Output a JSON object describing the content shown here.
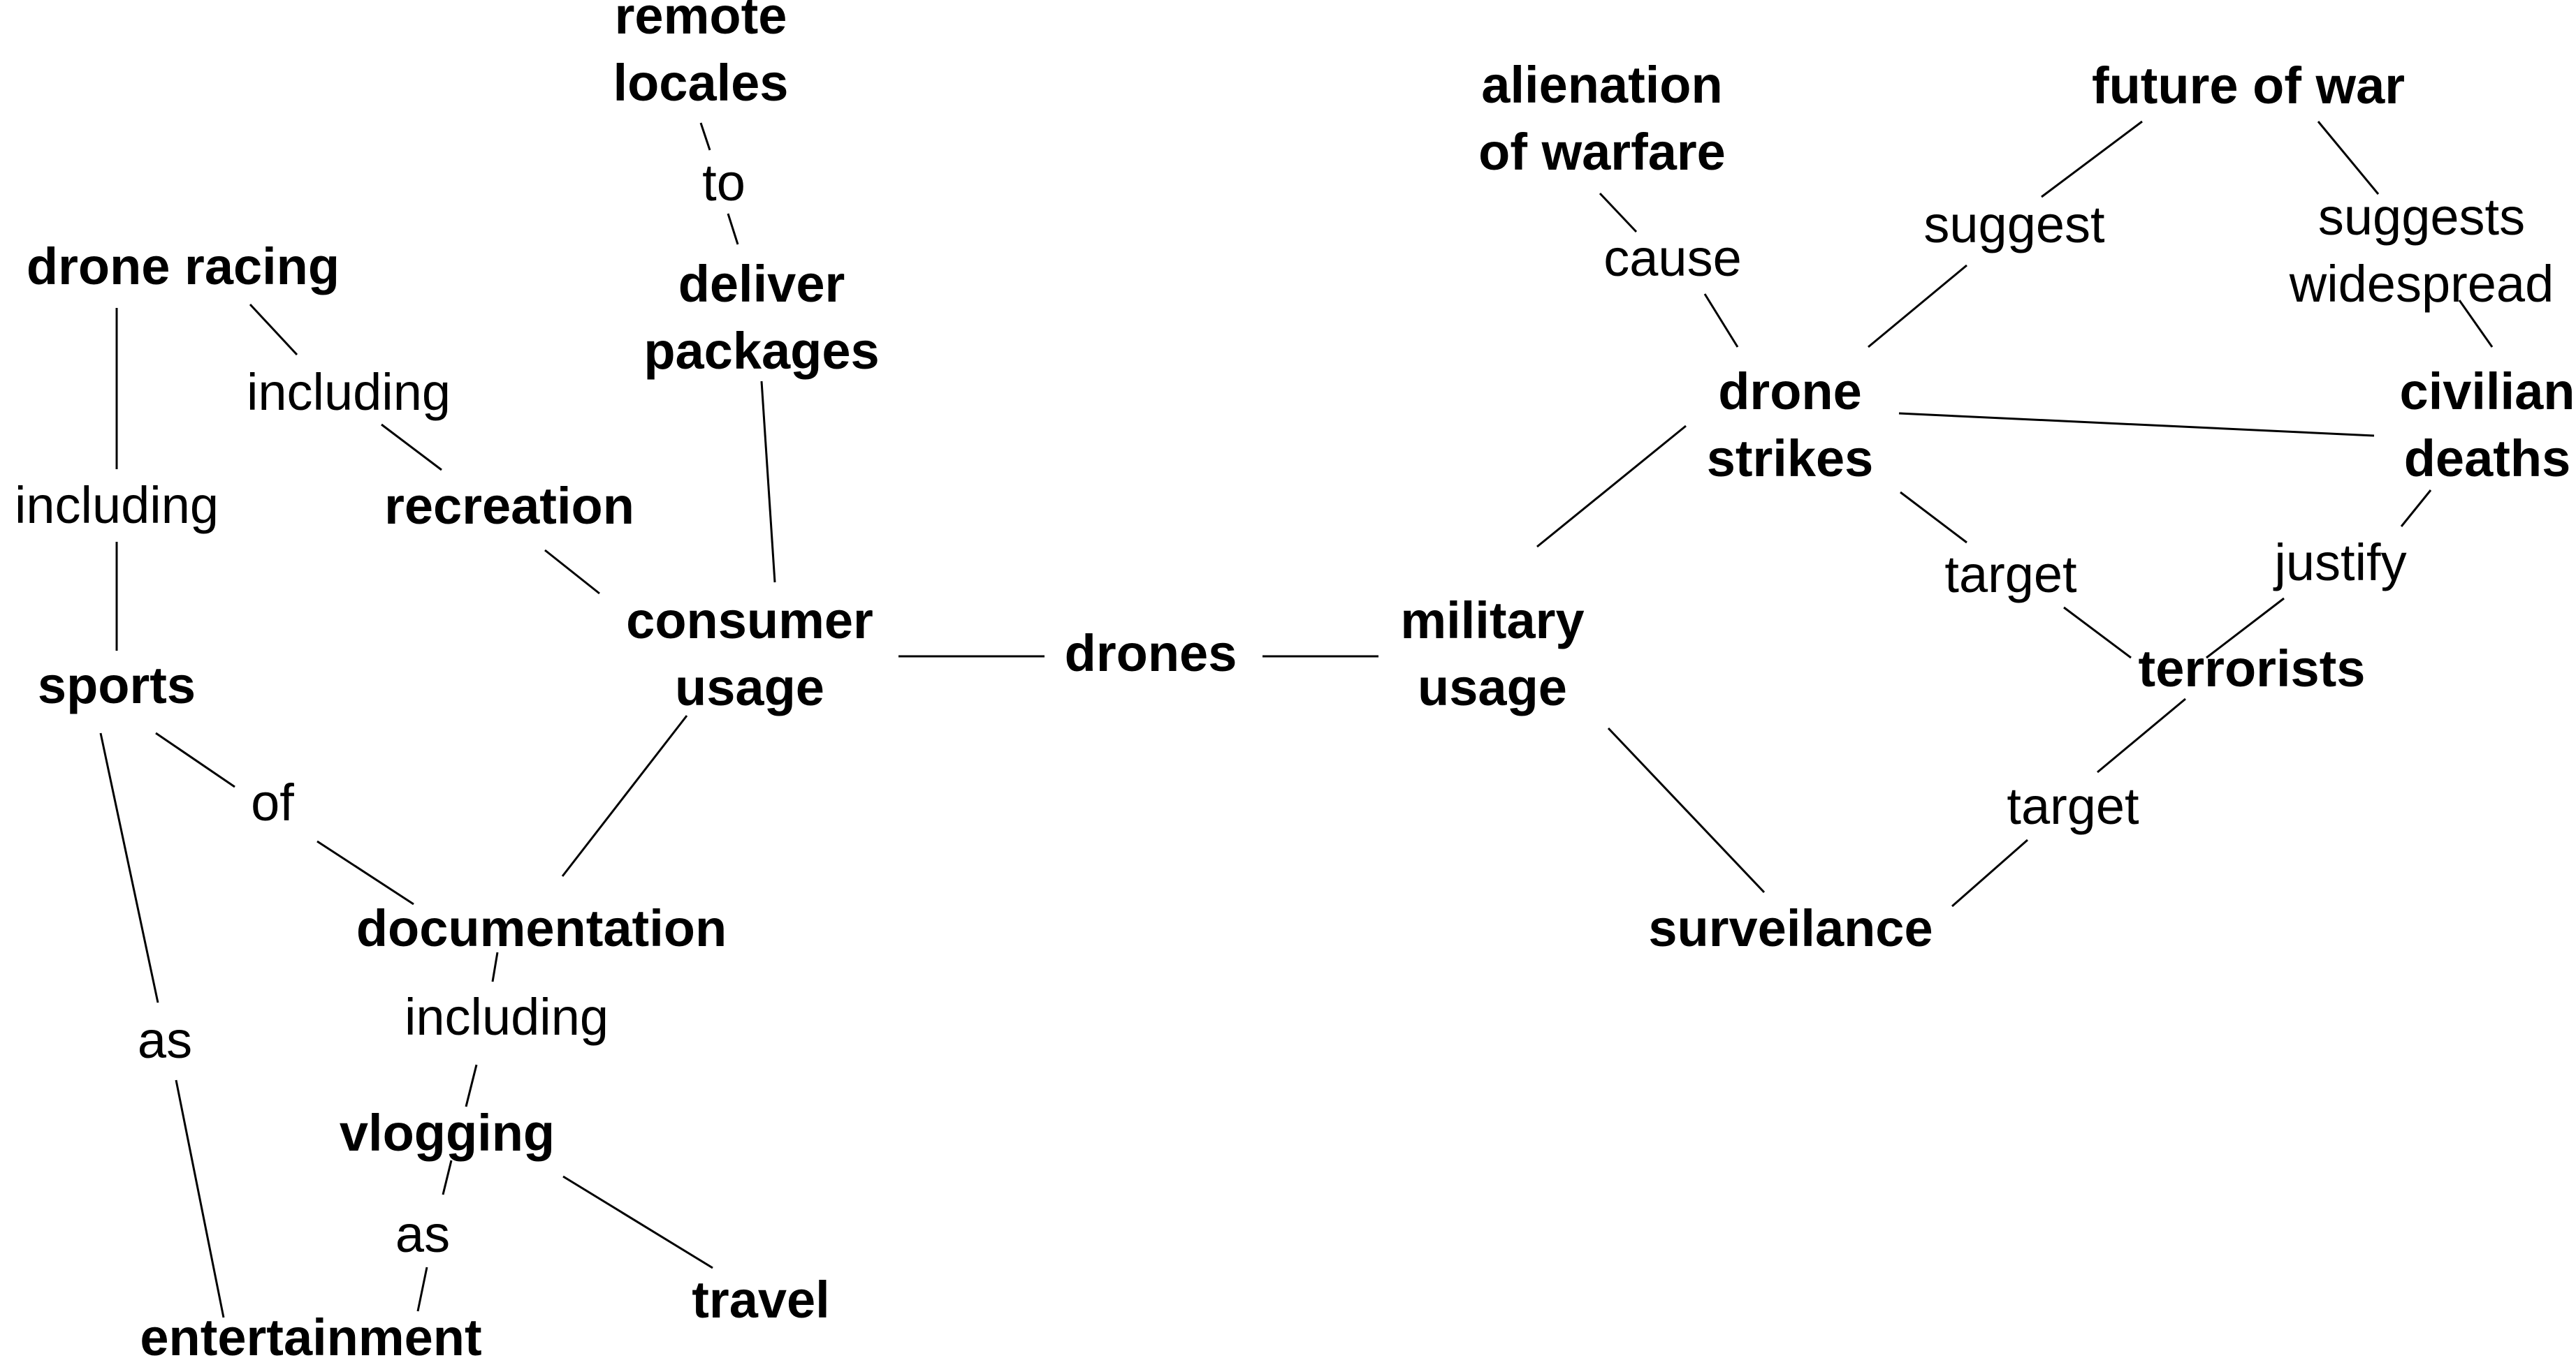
{
  "concept_map": {
    "nodes": {
      "remote_locales": "remote\nlocales",
      "deliver_packages": "deliver\npackages",
      "drone_racing": "drone racing",
      "recreation": "recreation",
      "consumer_usage": "consumer\nusage",
      "drones": "drones",
      "military_usage": "military\nusage",
      "sports": "sports",
      "documentation": "documentation",
      "vlogging": "vlogging",
      "travel": "travel",
      "entertainment": "entertainment",
      "alienation_of_warfare": "alienation\nof warfare",
      "future_of_war": "future of war",
      "drone_strikes": "drone\nstrikes",
      "civilian_deaths": "civilian\ndeaths",
      "terrorists": "terrorists",
      "surveilance": "surveilance"
    },
    "relations": {
      "to": "to",
      "including_racing": "including",
      "including_sports": "including",
      "of": "of",
      "as_sports": "as",
      "including_vlogging": "including",
      "as_vlogging": "as",
      "cause": "cause",
      "suggest": "suggest",
      "suggests_widespread": "suggests\nwidespread",
      "target_strikes": "target",
      "justify": "justify",
      "target_surveilance": "target"
    },
    "links": [
      [
        "deliver_packages",
        "to",
        "remote_locales"
      ],
      [
        "consumer_usage",
        "",
        "deliver_packages"
      ],
      [
        "consumer_usage",
        "",
        "recreation"
      ],
      [
        "recreation",
        "including",
        "drone_racing"
      ],
      [
        "drone_racing",
        "including",
        "sports"
      ],
      [
        "consumer_usage",
        "",
        "documentation"
      ],
      [
        "sports",
        "of",
        "documentation"
      ],
      [
        "sports",
        "as",
        "entertainment"
      ],
      [
        "documentation",
        "including",
        "vlogging"
      ],
      [
        "vlogging",
        "as",
        "entertainment"
      ],
      [
        "vlogging",
        "",
        "travel"
      ],
      [
        "drones",
        "",
        "consumer_usage"
      ],
      [
        "drones",
        "",
        "military_usage"
      ],
      [
        "military_usage",
        "",
        "drone_strikes"
      ],
      [
        "military_usage",
        "",
        "surveilance"
      ],
      [
        "drone_strikes",
        "cause",
        "alienation_of_warfare"
      ],
      [
        "drone_strikes",
        "suggest",
        "future_of_war"
      ],
      [
        "future_of_war",
        "suggests widespread",
        "civilian_deaths"
      ],
      [
        "drone_strikes",
        "",
        "civilian_deaths"
      ],
      [
        "drone_strikes",
        "target",
        "terrorists"
      ],
      [
        "terrorists",
        "justify",
        "civilian_deaths"
      ],
      [
        "surveilance",
        "target",
        "terrorists"
      ]
    ]
  }
}
